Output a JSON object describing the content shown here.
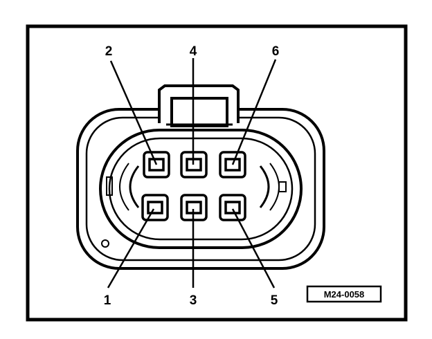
{
  "diagram": {
    "pin_labels": {
      "p1": "1",
      "p2": "2",
      "p3": "3",
      "p4": "4",
      "p5": "5",
      "p6": "6"
    },
    "figure_code": "M24-0058",
    "colors": {
      "ink": "#000000",
      "paper": "#ffffff"
    }
  }
}
